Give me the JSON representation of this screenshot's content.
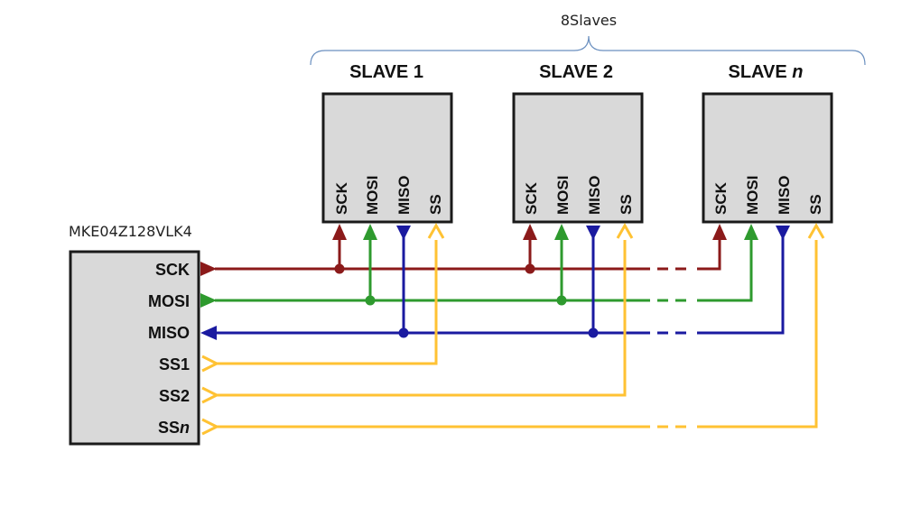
{
  "group_label": "8Slaves",
  "master": {
    "title": "MKE04Z128VLK4",
    "pins": [
      {
        "label": "SCK",
        "italic_suffix": ""
      },
      {
        "label": "MOSI",
        "italic_suffix": ""
      },
      {
        "label": "MISO",
        "italic_suffix": ""
      },
      {
        "label": "SS1",
        "italic_suffix": ""
      },
      {
        "label": "SS2",
        "italic_suffix": ""
      },
      {
        "label": "SS",
        "italic_suffix": "n"
      }
    ]
  },
  "slaves": [
    {
      "title": "SLAVE 1",
      "italic_suffix": "",
      "pins": [
        "SCK",
        "MOSI",
        "MISO",
        "SS"
      ]
    },
    {
      "title": "SLAVE 2",
      "italic_suffix": "",
      "pins": [
        "SCK",
        "MOSI",
        "MISO",
        "SS"
      ]
    },
    {
      "title": "SLAVE ",
      "italic_suffix": "n",
      "pins": [
        "SCK",
        "MOSI",
        "MISO",
        "SS"
      ]
    }
  ],
  "colors": {
    "sck": "#8b1a1a",
    "mosi": "#2e9a2e",
    "miso": "#1a1aa0",
    "ss": "#ffc233",
    "box_fill": "#d9d9d9",
    "box_stroke": "#1a1a1a",
    "brace": "#6a8fbf"
  }
}
